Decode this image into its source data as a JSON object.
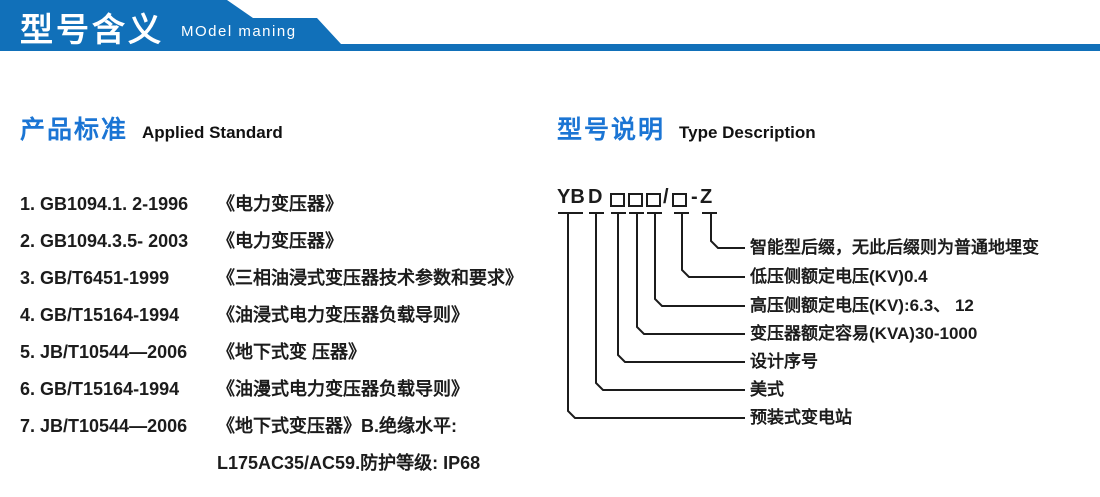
{
  "header": {
    "title_zh": "型号含义",
    "title_en": "MOdel maning"
  },
  "sections": {
    "left": {
      "heading_zh": "产品标准",
      "heading_en": "Applied Standard"
    },
    "right": {
      "heading_zh": "型号说明",
      "heading_en": "Type Description"
    }
  },
  "standards": [
    {
      "code": "1. GB1094.1. 2-1996",
      "desc": "《电力变压器》"
    },
    {
      "code": "2. GB1094.3.5- 2003",
      "desc": "《电力变压器》"
    },
    {
      "code": "3. GB/T6451-1999",
      "desc": "《三相油浸式变压器技术参数和要求》"
    },
    {
      "code": "4. GB/T15164-1994",
      "desc": "《油浸式电力变压器负载导则》"
    },
    {
      "code": "5. JB/T10544—2006",
      "desc": "《地下式变 压器》"
    },
    {
      "code": "6. GB/T15164-1994",
      "desc": "《油漫式电力变压器负载导则》"
    },
    {
      "code": "7. JB/T10544—2006",
      "desc": "《地下式变压器》B.绝缘水平:"
    },
    {
      "code": "",
      "desc": "L175AC35/AC59.防护等级: IP68"
    }
  ],
  "diagram": {
    "model_code_text": "YB D □□□/□ - Z",
    "segments": {
      "yb": "YB",
      "d": "D",
      "slash": "/",
      "dash": "-",
      "z": "Z"
    },
    "labels": [
      {
        "text": "智能型后缀，无此后缀则为普通地埋变"
      },
      {
        "text": "低压侧额定电压(KV)0.4"
      },
      {
        "text": "高压侧额定电压(KV):6.3、 12"
      },
      {
        "text": "变压器额定容易(KVA)30-1000"
      },
      {
        "text": "设计序号"
      },
      {
        "text": "美式"
      },
      {
        "text": "预装式变电站"
      }
    ]
  },
  "colors": {
    "header_blue": "#1170b9",
    "heading_blue": "#1b75d4",
    "text_dark": "#1c1c1c"
  }
}
